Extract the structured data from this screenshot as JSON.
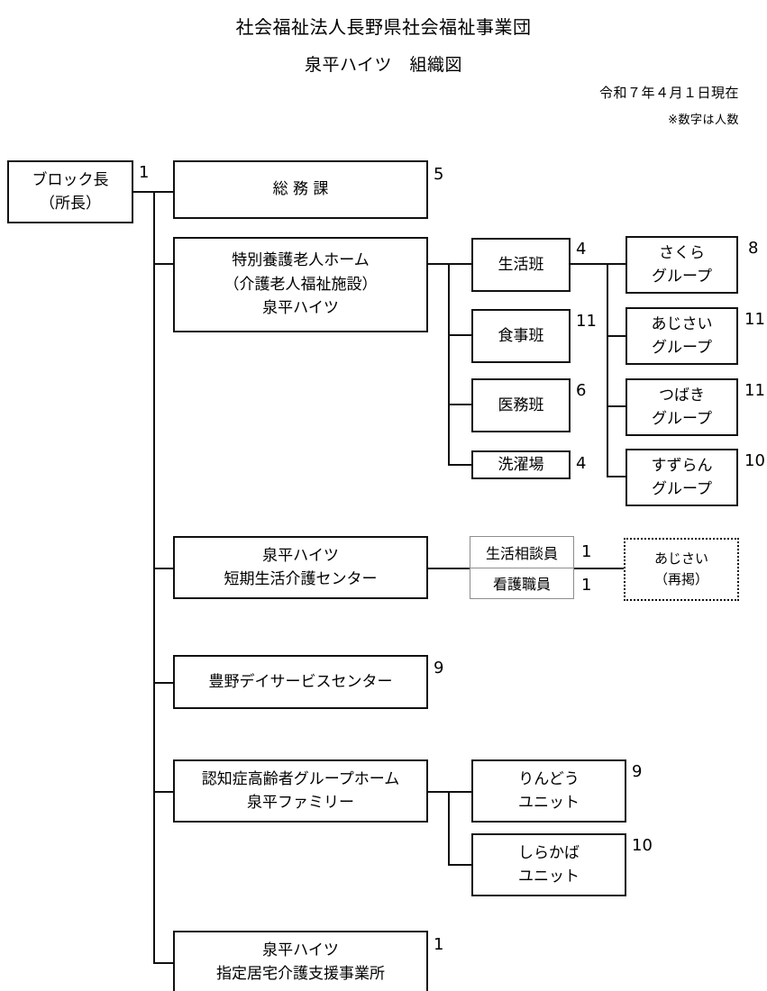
{
  "header": {
    "organization": "社会福祉法人長野県社会福祉事業団",
    "chart_title": "泉平ハイツ　組織図",
    "as_of_date": "令和７年４月１日現在",
    "legend_note": "※数字は人数"
  },
  "root": {
    "line1": "ブロック長",
    "line2": "（所長）",
    "count": "1"
  },
  "divisions": {
    "general_affairs": {
      "label": "総 務 課",
      "count": "5"
    },
    "nursing_home": {
      "line1": "特別養護老人ホーム",
      "line2": "（介護老人福祉施設）",
      "line3": "泉平ハイツ",
      "count": ""
    },
    "short_stay": {
      "line1": "泉平ハイツ",
      "line2": "短期生活介護センター",
      "count": ""
    },
    "day_service": {
      "label": "豊野デイサービスセンター",
      "count": "9"
    },
    "group_home": {
      "line1": "認知症高齢者グループホーム",
      "line2": "泉平ファミリー",
      "count": ""
    },
    "care_management": {
      "line1": "泉平ハイツ",
      "line2": "指定居宅介護支援事業所",
      "count": "1"
    }
  },
  "nursing_home_teams": [
    {
      "label": "生活班",
      "count": "4"
    },
    {
      "label": "食事班",
      "count": "11"
    },
    {
      "label": "医務班",
      "count": "6"
    },
    {
      "label": "洗濯場",
      "count": "4"
    }
  ],
  "living_groups": [
    {
      "line1": "さくら",
      "line2": "グループ",
      "count": "8"
    },
    {
      "line1": "あじさい",
      "line2": "グループ",
      "count": "11"
    },
    {
      "line1": "つばき",
      "line2": "グループ",
      "count": "11"
    },
    {
      "line1": "すずらん",
      "line2": "グループ",
      "count": "10"
    }
  ],
  "short_stay_staff": [
    {
      "label": "生活相談員",
      "count": "1"
    },
    {
      "label": "看護職員",
      "count": "1"
    }
  ],
  "short_stay_reference": {
    "line1": "あじさい",
    "line2": "（再掲）"
  },
  "group_home_units": [
    {
      "line1": "りんどう",
      "line2": "ユニット",
      "count": "9"
    },
    {
      "line1": "しらかば",
      "line2": "ユニット",
      "count": "10"
    }
  ],
  "colors": {
    "line": "#111111",
    "thin_line": "#8d8d8d",
    "background": "#ffffff"
  }
}
